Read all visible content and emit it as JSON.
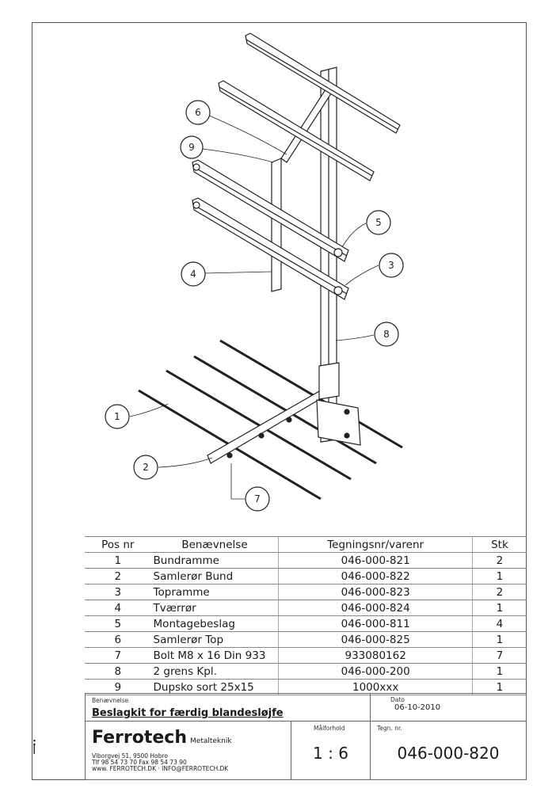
{
  "callouts": [
    "1",
    "2",
    "3",
    "4",
    "5",
    "6",
    "7",
    "8",
    "9"
  ],
  "bom": {
    "headers": {
      "pos": "Pos nr",
      "name": "Benævnelse",
      "part": "Tegningsnr/varenr",
      "qty": "Stk"
    },
    "rows": [
      {
        "pos": "1",
        "name": "Bundramme",
        "part": "046-000-821",
        "qty": "2"
      },
      {
        "pos": "2",
        "name": "Samlerør Bund",
        "part": "046-000-822",
        "qty": "1"
      },
      {
        "pos": "3",
        "name": "Topramme",
        "part": "046-000-823",
        "qty": "2"
      },
      {
        "pos": "4",
        "name": "Tværrør",
        "part": "046-000-824",
        "qty": "1"
      },
      {
        "pos": "5",
        "name": "Montagebeslag",
        "part": "046-000-811",
        "qty": "4"
      },
      {
        "pos": "6",
        "name": "Samlerør Top",
        "part": "046-000-825",
        "qty": "1"
      },
      {
        "pos": "7",
        "name": "Bolt M8 x 16 Din 933",
        "part": "933080162",
        "qty": "7"
      },
      {
        "pos": "8",
        "name": "2 grens Kpl.",
        "part": "046-000-200",
        "qty": "1"
      },
      {
        "pos": "9",
        "name": "Dupsko sort 25x15",
        "part": "1000xxx",
        "qty": "1"
      }
    ]
  },
  "title_block": {
    "description_label": "Benævnelse",
    "description": "Beslagkit for færdig blandesløjfe",
    "date_label": "Dato",
    "date": "06-10-2010",
    "scale_label": "Målforhold",
    "scale": "1 : 6",
    "drawing_no_label": "Tegn. nr.",
    "drawing_no": "046-000-820",
    "company": "Ferrotech",
    "company_sub": "Metalteknik",
    "address": "Viborgvej 51, 9500 Hobro",
    "phone": "Tlf 98 54 73 70 Fax 98 54 73 90",
    "web": "www. FERROTECH.DK · INFO@FERROTECH.DK"
  }
}
